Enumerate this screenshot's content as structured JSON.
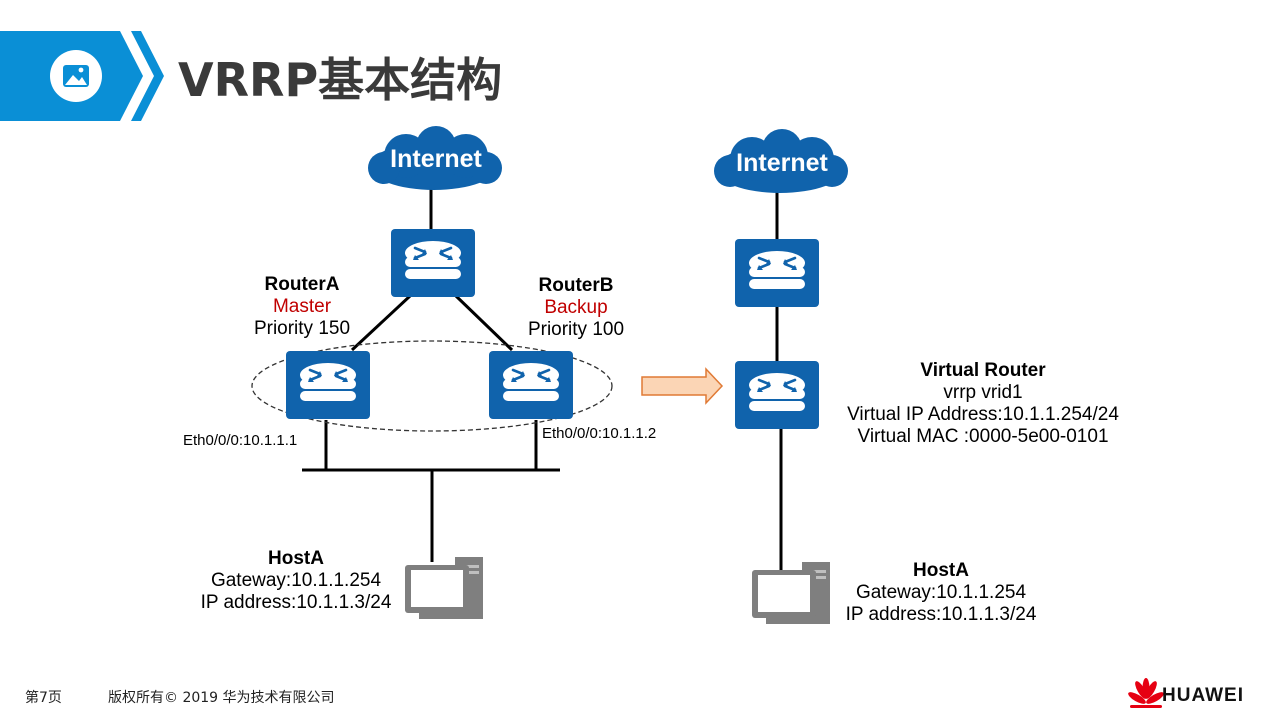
{
  "slide": {
    "title": "VRRP基本结构",
    "footer_page": "第7页",
    "footer_copyright": "版权所有© 2019 华为技术有限公司",
    "brand": "HUAWEI"
  },
  "left_diagram": {
    "cloud_label": "Internet",
    "router_a": {
      "name": "RouterA",
      "role": "Master",
      "priority": "Priority 150",
      "interface": "Eth0/0/0:10.1.1.1"
    },
    "router_b": {
      "name": "RouterB",
      "role": "Backup",
      "priority": "Priority 100",
      "interface": "Eth0/0/0:10.1.1.2"
    },
    "host": {
      "name": "HostA",
      "gateway": "Gateway:10.1.1.254",
      "ip": "IP address:10.1.1.3/24"
    }
  },
  "right_diagram": {
    "cloud_label": "Internet",
    "virtual_router": {
      "name": "Virtual Router",
      "vrid": "vrrp vrid1",
      "vip": "Virtual IP Address:10.1.1.254/24",
      "vmac": "Virtual MAC :0000-5e00-0101"
    },
    "host": {
      "name": "HostA",
      "gateway": "Gateway:10.1.1.254",
      "ip": "IP address:10.1.1.3/24"
    }
  },
  "colors": {
    "header_blue": "#0a8fd6",
    "router_blue": "#1063ac",
    "role_red": "#c00000",
    "arrow_fill": "#fbd5b5",
    "arrow_stroke": "#e07a35",
    "huawei_red": "#e60012"
  }
}
